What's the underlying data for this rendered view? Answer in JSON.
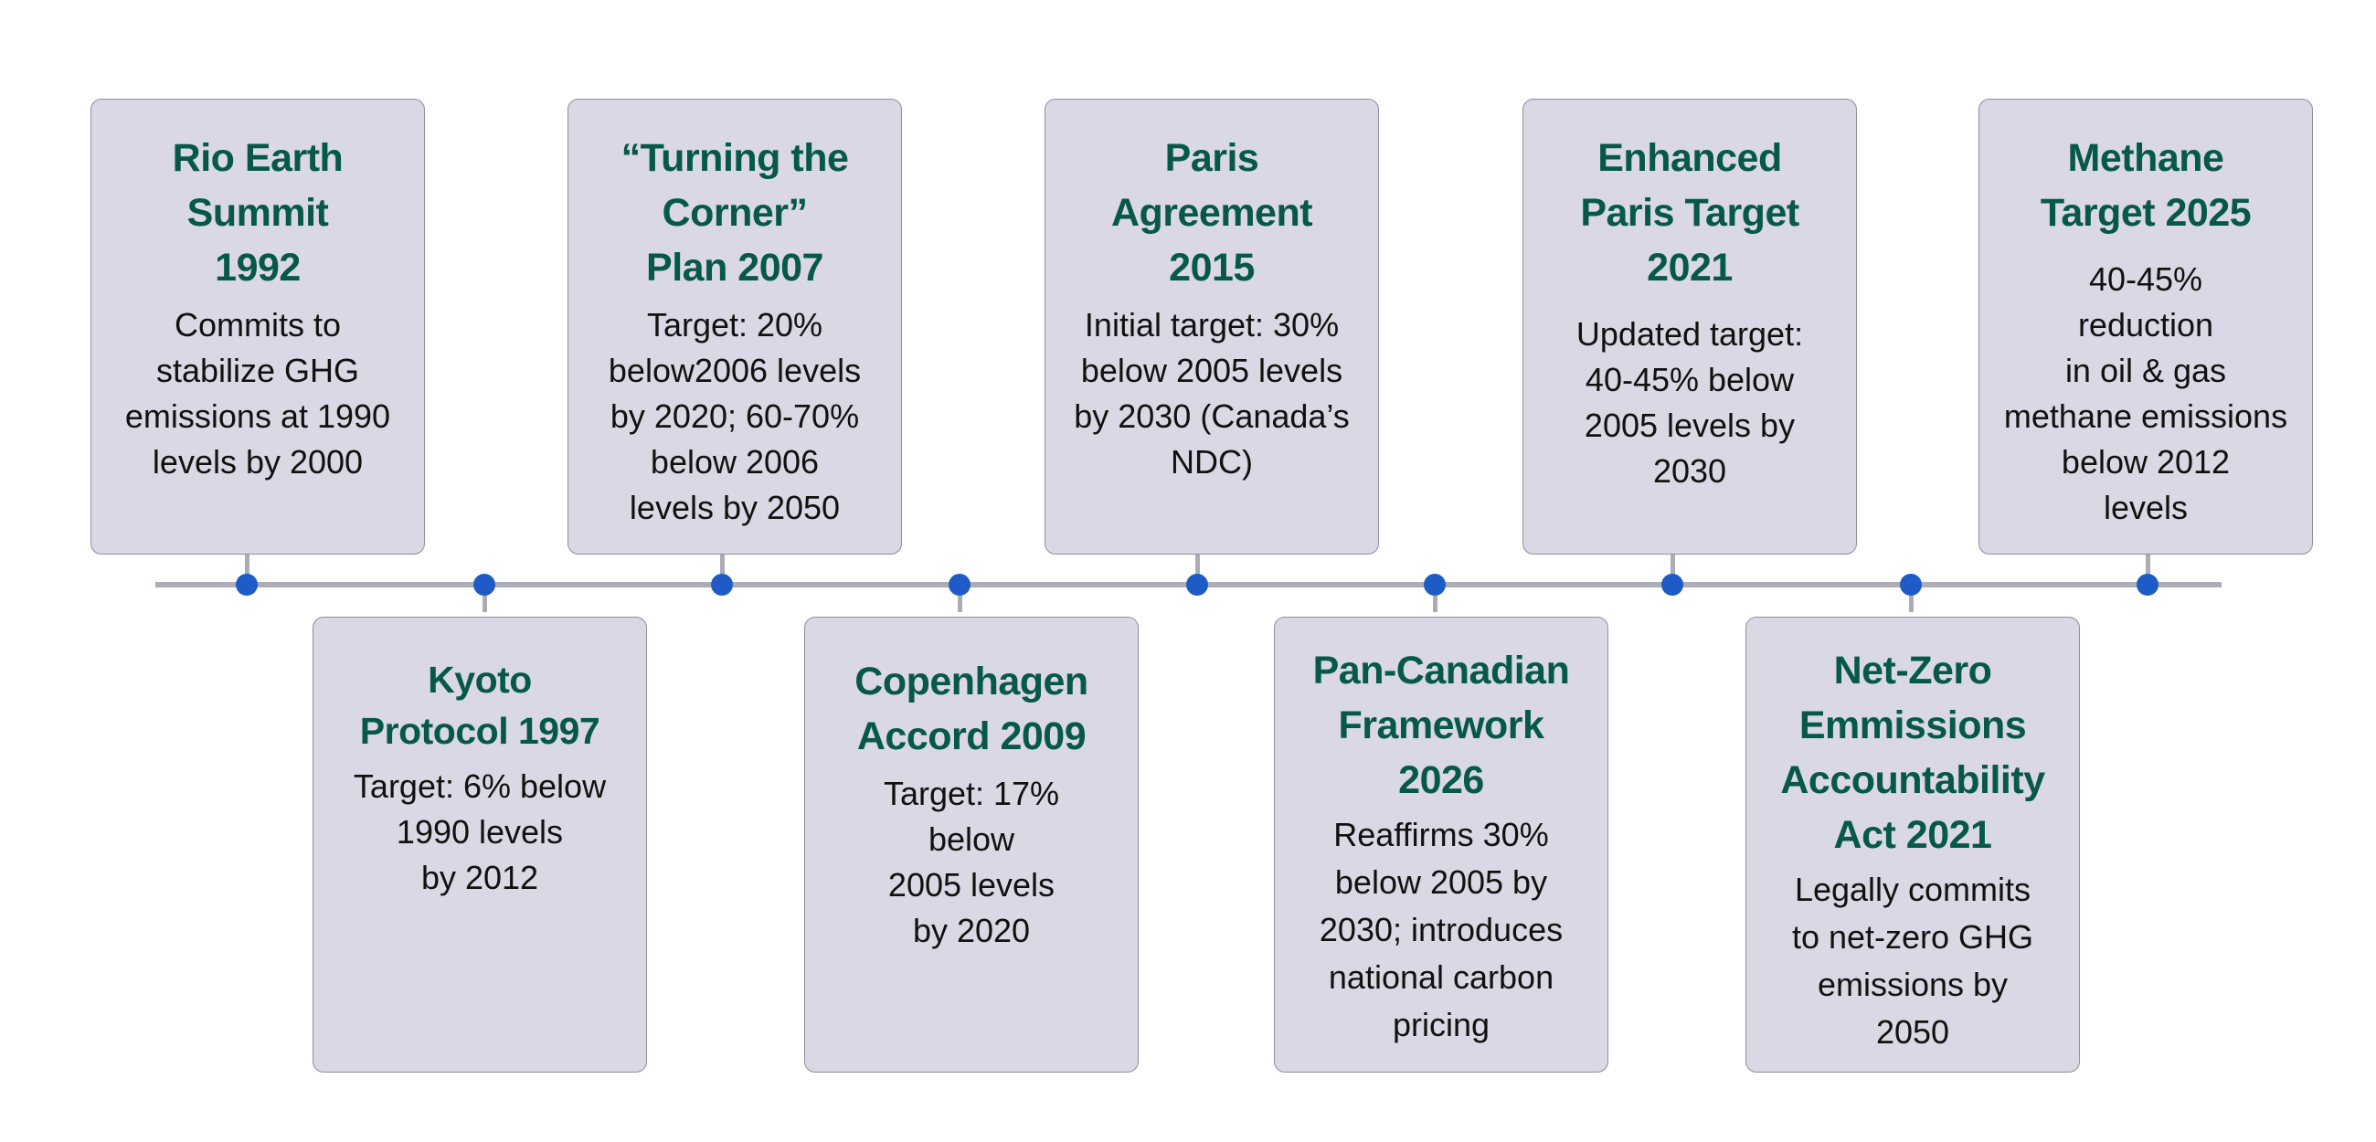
{
  "timeline": {
    "colors": {
      "card_background": "#d9d8e4",
      "card_border": "#8f8f9d",
      "title": "#06584a",
      "body": "#111111",
      "axis": "#aaacb6",
      "dot": "#1f5bc6"
    },
    "events": [
      {
        "position": "top",
        "title": "Rio Earth\nSummit\n1992",
        "body": "Commits to\nstabilize GHG\nemissions at 1990\nlevels by 2000"
      },
      {
        "position": "bottom",
        "title": "Kyoto\nProtocol 1997",
        "body": "Target: 6% below\n1990 levels\nby 2012"
      },
      {
        "position": "top",
        "title": "“Turning the\nCorner”\nPlan 2007",
        "body": "Target: 20%\nbelow2006 levels\nby 2020; 60-70%\nbelow 2006\nlevels by 2050"
      },
      {
        "position": "bottom",
        "title": "Copenhagen\nAccord 2009",
        "body": "Target: 17%\nbelow\n2005 levels\nby 2020"
      },
      {
        "position": "top",
        "title": "Paris\nAgreement\n2015",
        "body": "Initial target: 30%\nbelow 2005 levels\nby 2030 (Canada’s\nNDC)"
      },
      {
        "position": "bottom",
        "title": "Pan-Canadian\nFramework\n2026",
        "body": "Reaffirms 30%\nbelow 2005 by\n2030; introduces\nnational carbon\npricing"
      },
      {
        "position": "top",
        "title": "Enhanced\nParis Target\n2021",
        "body": "Updated target:\n40-45% below\n2005 levels by\n2030"
      },
      {
        "position": "bottom",
        "title": "Net-Zero\nEmmissions\nAccountability\nAct 2021",
        "body": "Legally commits\nto net-zero GHG\nemissions by\n2050"
      },
      {
        "position": "top",
        "title": "Methane\nTarget 2025",
        "body": "40-45%\nreduction\nin oil & gas\nmethane emissions\nbelow 2012\nlevels"
      }
    ]
  }
}
